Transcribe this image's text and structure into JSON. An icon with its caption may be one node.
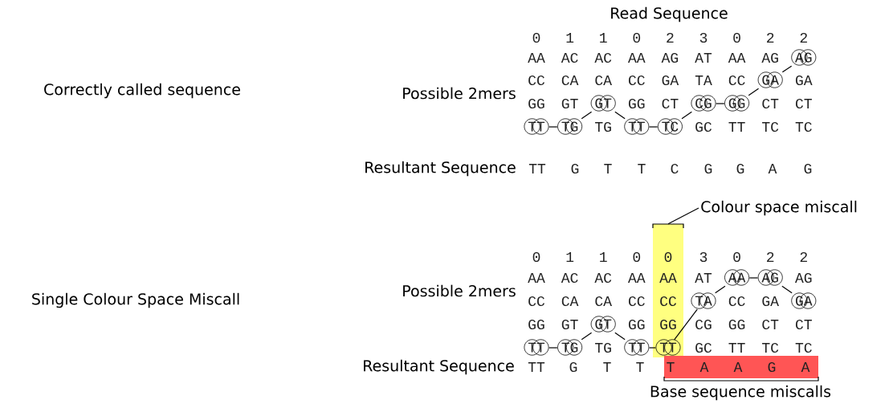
{
  "diagram": {
    "nodes": [
      {
        "text": [
          "TT"
        ]
      },
      {
        "text": [
          "TG"
        ]
      },
      {
        "text": [
          "GT"
        ]
      },
      {
        "text": [
          "TT"
        ]
      },
      {
        "text": [
          "TC"
        ]
      },
      {
        "text": [
          "CG"
        ]
      },
      {
        "text": [
          "GG"
        ]
      },
      {
        "text": [
          "GA"
        ]
      },
      {
        "text": [
          "AG"
        ]
      },
      {
        "text": [
          "Colour space miscall"
        ]
      },
      {
        "text": [
          "0",
          "AA",
          "CC",
          "GG"
        ]
      },
      {
        "text": [
          "TT"
        ]
      },
      {
        "text": [
          "TG"
        ]
      },
      {
        "text": [
          "GT"
        ]
      },
      {
        "text": [
          "TT"
        ]
      },
      {
        "text": [
          "TT"
        ],
        "in": 10
      },
      {
        "text": [
          "TA"
        ]
      },
      {
        "text": [
          "AA"
        ]
      },
      {
        "text": [
          "AG"
        ]
      },
      {
        "text": [
          "GA"
        ]
      },
      {
        "text": [
          "T",
          "A",
          "A",
          "G",
          "A"
        ],
        "beside": [
          "Base sequence miscalls"
        ]
      }
    ],
    "edges": [
      {
        "from": 0,
        "to": 1,
        "arrow": "none"
      },
      {
        "from": 1,
        "to": 2,
        "arrow": "none"
      },
      {
        "from": 2,
        "to": 3,
        "arrow": "none"
      },
      {
        "from": 3,
        "to": 4,
        "arrow": "none"
      },
      {
        "from": 4,
        "to": 5,
        "arrow": "none"
      },
      {
        "from": 5,
        "to": 6,
        "arrow": "none"
      },
      {
        "from": 6,
        "to": 7,
        "arrow": "none"
      },
      {
        "from": 7,
        "to": 8,
        "arrow": "none"
      },
      {
        "from": 9,
        "to": 10,
        "arrow": "none"
      },
      {
        "from": 11,
        "to": 12,
        "arrow": "none"
      },
      {
        "from": 12,
        "to": 13,
        "arrow": "none"
      },
      {
        "from": 13,
        "to": 14,
        "arrow": "none"
      },
      {
        "from": 14,
        "to": 15,
        "arrow": "none"
      },
      {
        "from": 15,
        "to": 16,
        "arrow": "none"
      },
      {
        "from": 16,
        "to": 17,
        "arrow": "none"
      },
      {
        "from": 17,
        "to": 18,
        "arrow": "none"
      },
      {
        "from": 18,
        "to": 19,
        "arrow": "none"
      }
    ],
    "labels": [
      "Read Sequence",
      "0",
      "1",
      "1",
      "0",
      "2",
      "3",
      "0",
      "2",
      "2",
      "Correctly called sequence",
      "Possible 2mers",
      "AA",
      "AC",
      "AC",
      "AA",
      "AG",
      "AT",
      "AA",
      "AG",
      "CC",
      "CA",
      "CA",
      "CC",
      "GA",
      "TA",
      "CC",
      "GA",
      "GG",
      "GT",
      "GG",
      "CT",
      "CT",
      "CT",
      "TG",
      "GC",
      "TT",
      "TC",
      "TC",
      "Resultant Sequence",
      "TT",
      "G",
      "T",
      "T",
      "C",
      "G",
      "G",
      "A",
      "G",
      "0",
      "1",
      "1",
      "0",
      "3",
      "0",
      "2",
      "2",
      "Single Colour Space Miscall",
      "Possible 2mers",
      "AA",
      "AC",
      "AC",
      "AA",
      "AT",
      "AG",
      "CC",
      "CA",
      "CA",
      "CC",
      "CC",
      "GA",
      "GG",
      "GT",
      "GG",
      "CG",
      "GG",
      "CT",
      "CT",
      "TG",
      "GC",
      "TT",
      "TC",
      "TC",
      "Resultant Sequence",
      "TT",
      "G",
      "T",
      "T"
    ]
  }
}
